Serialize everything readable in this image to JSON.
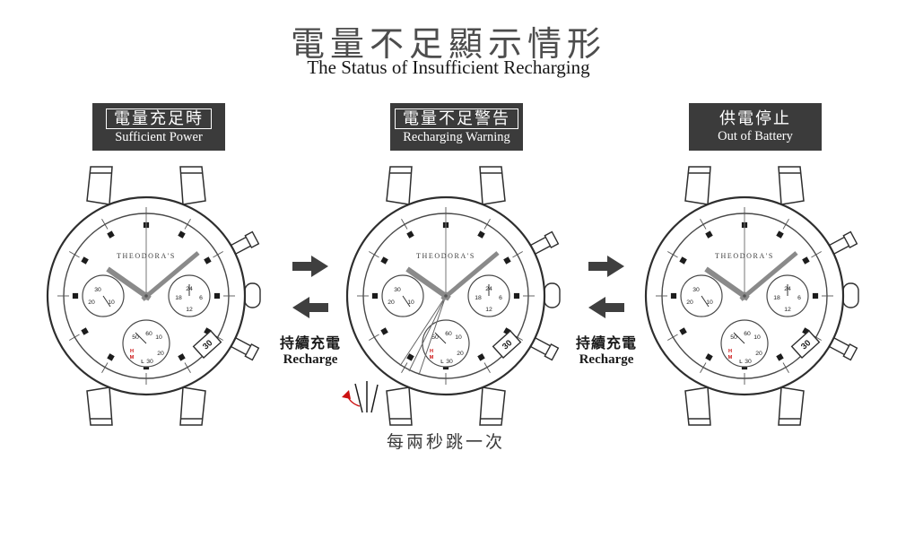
{
  "header": {
    "title": "電量不足顯示情形",
    "subtitle": "The Status of Insufficient Recharging"
  },
  "states": [
    {
      "label_zh": "電量充足時",
      "label_en": "Sufficient Power"
    },
    {
      "label_zh": "電量不足警告",
      "label_en": "Recharging Warning"
    },
    {
      "label_zh": "供電停止",
      "label_en": "Out of Battery"
    }
  ],
  "recharge_arrows": {
    "label_zh": "持續充電",
    "label_en": "Recharge"
  },
  "caption": "每兩秒跳一次",
  "watch": {
    "brand": "THEODORA'S",
    "date": "30",
    "subdial_left": [
      "30",
      "20",
      "10"
    ],
    "subdial_right": [
      "24",
      "18",
      "6",
      "12"
    ],
    "subdial_bottom": [
      "60",
      "50",
      "10",
      "20",
      "30"
    ],
    "battery_markers": [
      "H",
      "M",
      "L"
    ]
  },
  "colors": {
    "box_bg": "#3b3b3b",
    "arrow": "#3f3f3f",
    "red": "#cc1111",
    "stroke": "#2e2e2e"
  }
}
